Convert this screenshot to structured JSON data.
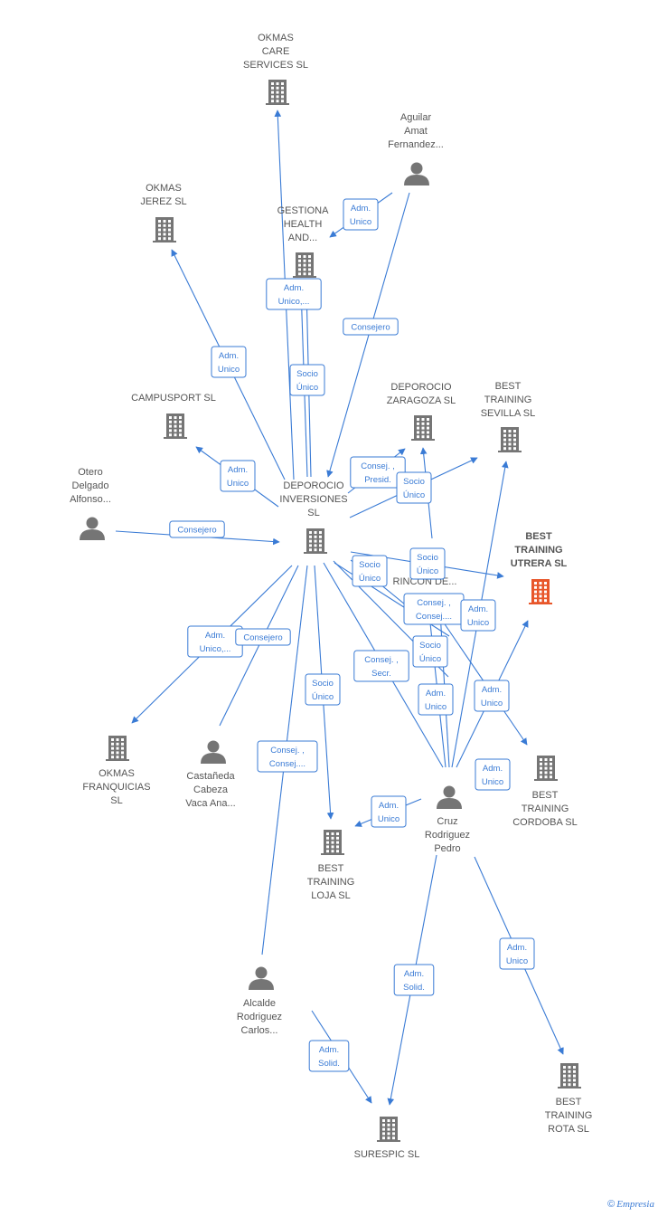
{
  "colors": {
    "edge": "#3a7bd5",
    "node": "#757575",
    "focus": "#e8562a",
    "label": "#555555",
    "box_border": "#3a7bd5",
    "box_fill": "#ffffff"
  },
  "nodes": [
    {
      "id": "okmas_care",
      "type": "company",
      "lines": [
        "OKMAS",
        "CARE",
        "SERVICES  SL"
      ]
    },
    {
      "id": "aguilar",
      "type": "person",
      "lines": [
        "Aguilar",
        "Amat",
        "Fernandez..."
      ]
    },
    {
      "id": "okmas_jerez",
      "type": "company",
      "lines": [
        "OKMAS",
        "JEREZ  SL"
      ]
    },
    {
      "id": "gestiona",
      "type": "company",
      "lines": [
        "GESTIONA",
        "HEALTH",
        "AND..."
      ]
    },
    {
      "id": "campusport",
      "type": "company",
      "lines": [
        "CAMPUSPORT SL"
      ]
    },
    {
      "id": "deporocio_zgz",
      "type": "company",
      "lines": [
        "DEPOROCIO",
        "ZARAGOZA  SL"
      ]
    },
    {
      "id": "bt_sevilla",
      "type": "company",
      "lines": [
        "BEST",
        "TRAINING",
        "SEVILLA  SL"
      ]
    },
    {
      "id": "otero",
      "type": "person",
      "lines": [
        "Otero",
        "Delgado",
        "Alfonso..."
      ]
    },
    {
      "id": "deporocio_inv",
      "type": "company",
      "lines": [
        "DEPOROCIO",
        "INVERSIONES",
        "SL"
      ]
    },
    {
      "id": "bt_utrera",
      "type": "focus",
      "lines": [
        "BEST",
        "TRAINING",
        "UTRERA  SL"
      ]
    },
    {
      "id": "rincon",
      "type": "hidden",
      "lines": [
        "T...",
        "RINCON DE..."
      ]
    },
    {
      "id": "okmas_franq",
      "type": "company",
      "lines": [
        "OKMAS",
        "FRANQUICIAS",
        "SL"
      ]
    },
    {
      "id": "castaneda",
      "type": "person",
      "lines": [
        "Castañeda",
        "Cabeza",
        "Vaca Ana..."
      ]
    },
    {
      "id": "bt_cordoba",
      "type": "company",
      "lines": [
        "BEST",
        "TRAINING",
        "CORDOBA  SL"
      ]
    },
    {
      "id": "cruz",
      "type": "person",
      "lines": [
        "Cruz",
        "Rodriguez",
        "Pedro"
      ]
    },
    {
      "id": "bt_loja",
      "type": "company",
      "lines": [
        "BEST",
        "TRAINING",
        "LOJA  SL"
      ]
    },
    {
      "id": "alcalde",
      "type": "person",
      "lines": [
        "Alcalde",
        "Rodriguez",
        "Carlos..."
      ]
    },
    {
      "id": "bt_rota",
      "type": "company",
      "lines": [
        "BEST",
        "TRAINING",
        "ROTA  SL"
      ]
    },
    {
      "id": "surespic",
      "type": "company",
      "lines": [
        "SURESPIC SL"
      ]
    }
  ],
  "edge_labels": [
    {
      "id": "e1",
      "lines": [
        "Adm.",
        "Unico"
      ]
    },
    {
      "id": "e2",
      "lines": [
        "Adm.",
        "Unico,..."
      ]
    },
    {
      "id": "e3",
      "lines": [
        "Consejero"
      ]
    },
    {
      "id": "e4",
      "lines": [
        "Adm.",
        "Unico"
      ]
    },
    {
      "id": "e5",
      "lines": [
        "Socio",
        "Único"
      ]
    },
    {
      "id": "e6",
      "lines": [
        "Adm.",
        "Unico"
      ]
    },
    {
      "id": "e7",
      "lines": [
        "Consej. ,",
        "Presid."
      ]
    },
    {
      "id": "e8",
      "lines": [
        "Socio",
        "Único"
      ]
    },
    {
      "id": "e9",
      "lines": [
        "Consejero"
      ]
    },
    {
      "id": "e10",
      "lines": [
        "Socio",
        "Único"
      ]
    },
    {
      "id": "e11",
      "lines": [
        "Socio",
        "Único"
      ]
    },
    {
      "id": "e12",
      "lines": [
        "Consej. ,",
        "Consej...."
      ]
    },
    {
      "id": "e13",
      "lines": [
        "Adm.",
        "Unico"
      ]
    },
    {
      "id": "e14",
      "lines": [
        "Adm.",
        "Unico,..."
      ]
    },
    {
      "id": "e15",
      "lines": [
        "Consejero"
      ]
    },
    {
      "id": "e16",
      "lines": [
        "Consej. ,",
        "Secr."
      ]
    },
    {
      "id": "e17",
      "lines": [
        "Socio",
        "Único"
      ]
    },
    {
      "id": "e18",
      "lines": [
        "Socio",
        "Único"
      ]
    },
    {
      "id": "e19",
      "lines": [
        "Adm.",
        "Unico"
      ]
    },
    {
      "id": "e20",
      "lines": [
        "Adm.",
        "Unico"
      ]
    },
    {
      "id": "e21",
      "lines": [
        "Consej. ,",
        "Consej...."
      ]
    },
    {
      "id": "e22",
      "lines": [
        "Adm.",
        "Unico"
      ]
    },
    {
      "id": "e23",
      "lines": [
        "Adm.",
        "Unico"
      ]
    },
    {
      "id": "e24",
      "lines": [
        "Adm.",
        "Solid."
      ]
    },
    {
      "id": "e25",
      "lines": [
        "Adm.",
        "Unico"
      ]
    },
    {
      "id": "e26",
      "lines": [
        "Adm.",
        "Solid."
      ]
    }
  ],
  "footer": {
    "copyright": "©",
    "brand": "Empresia"
  }
}
